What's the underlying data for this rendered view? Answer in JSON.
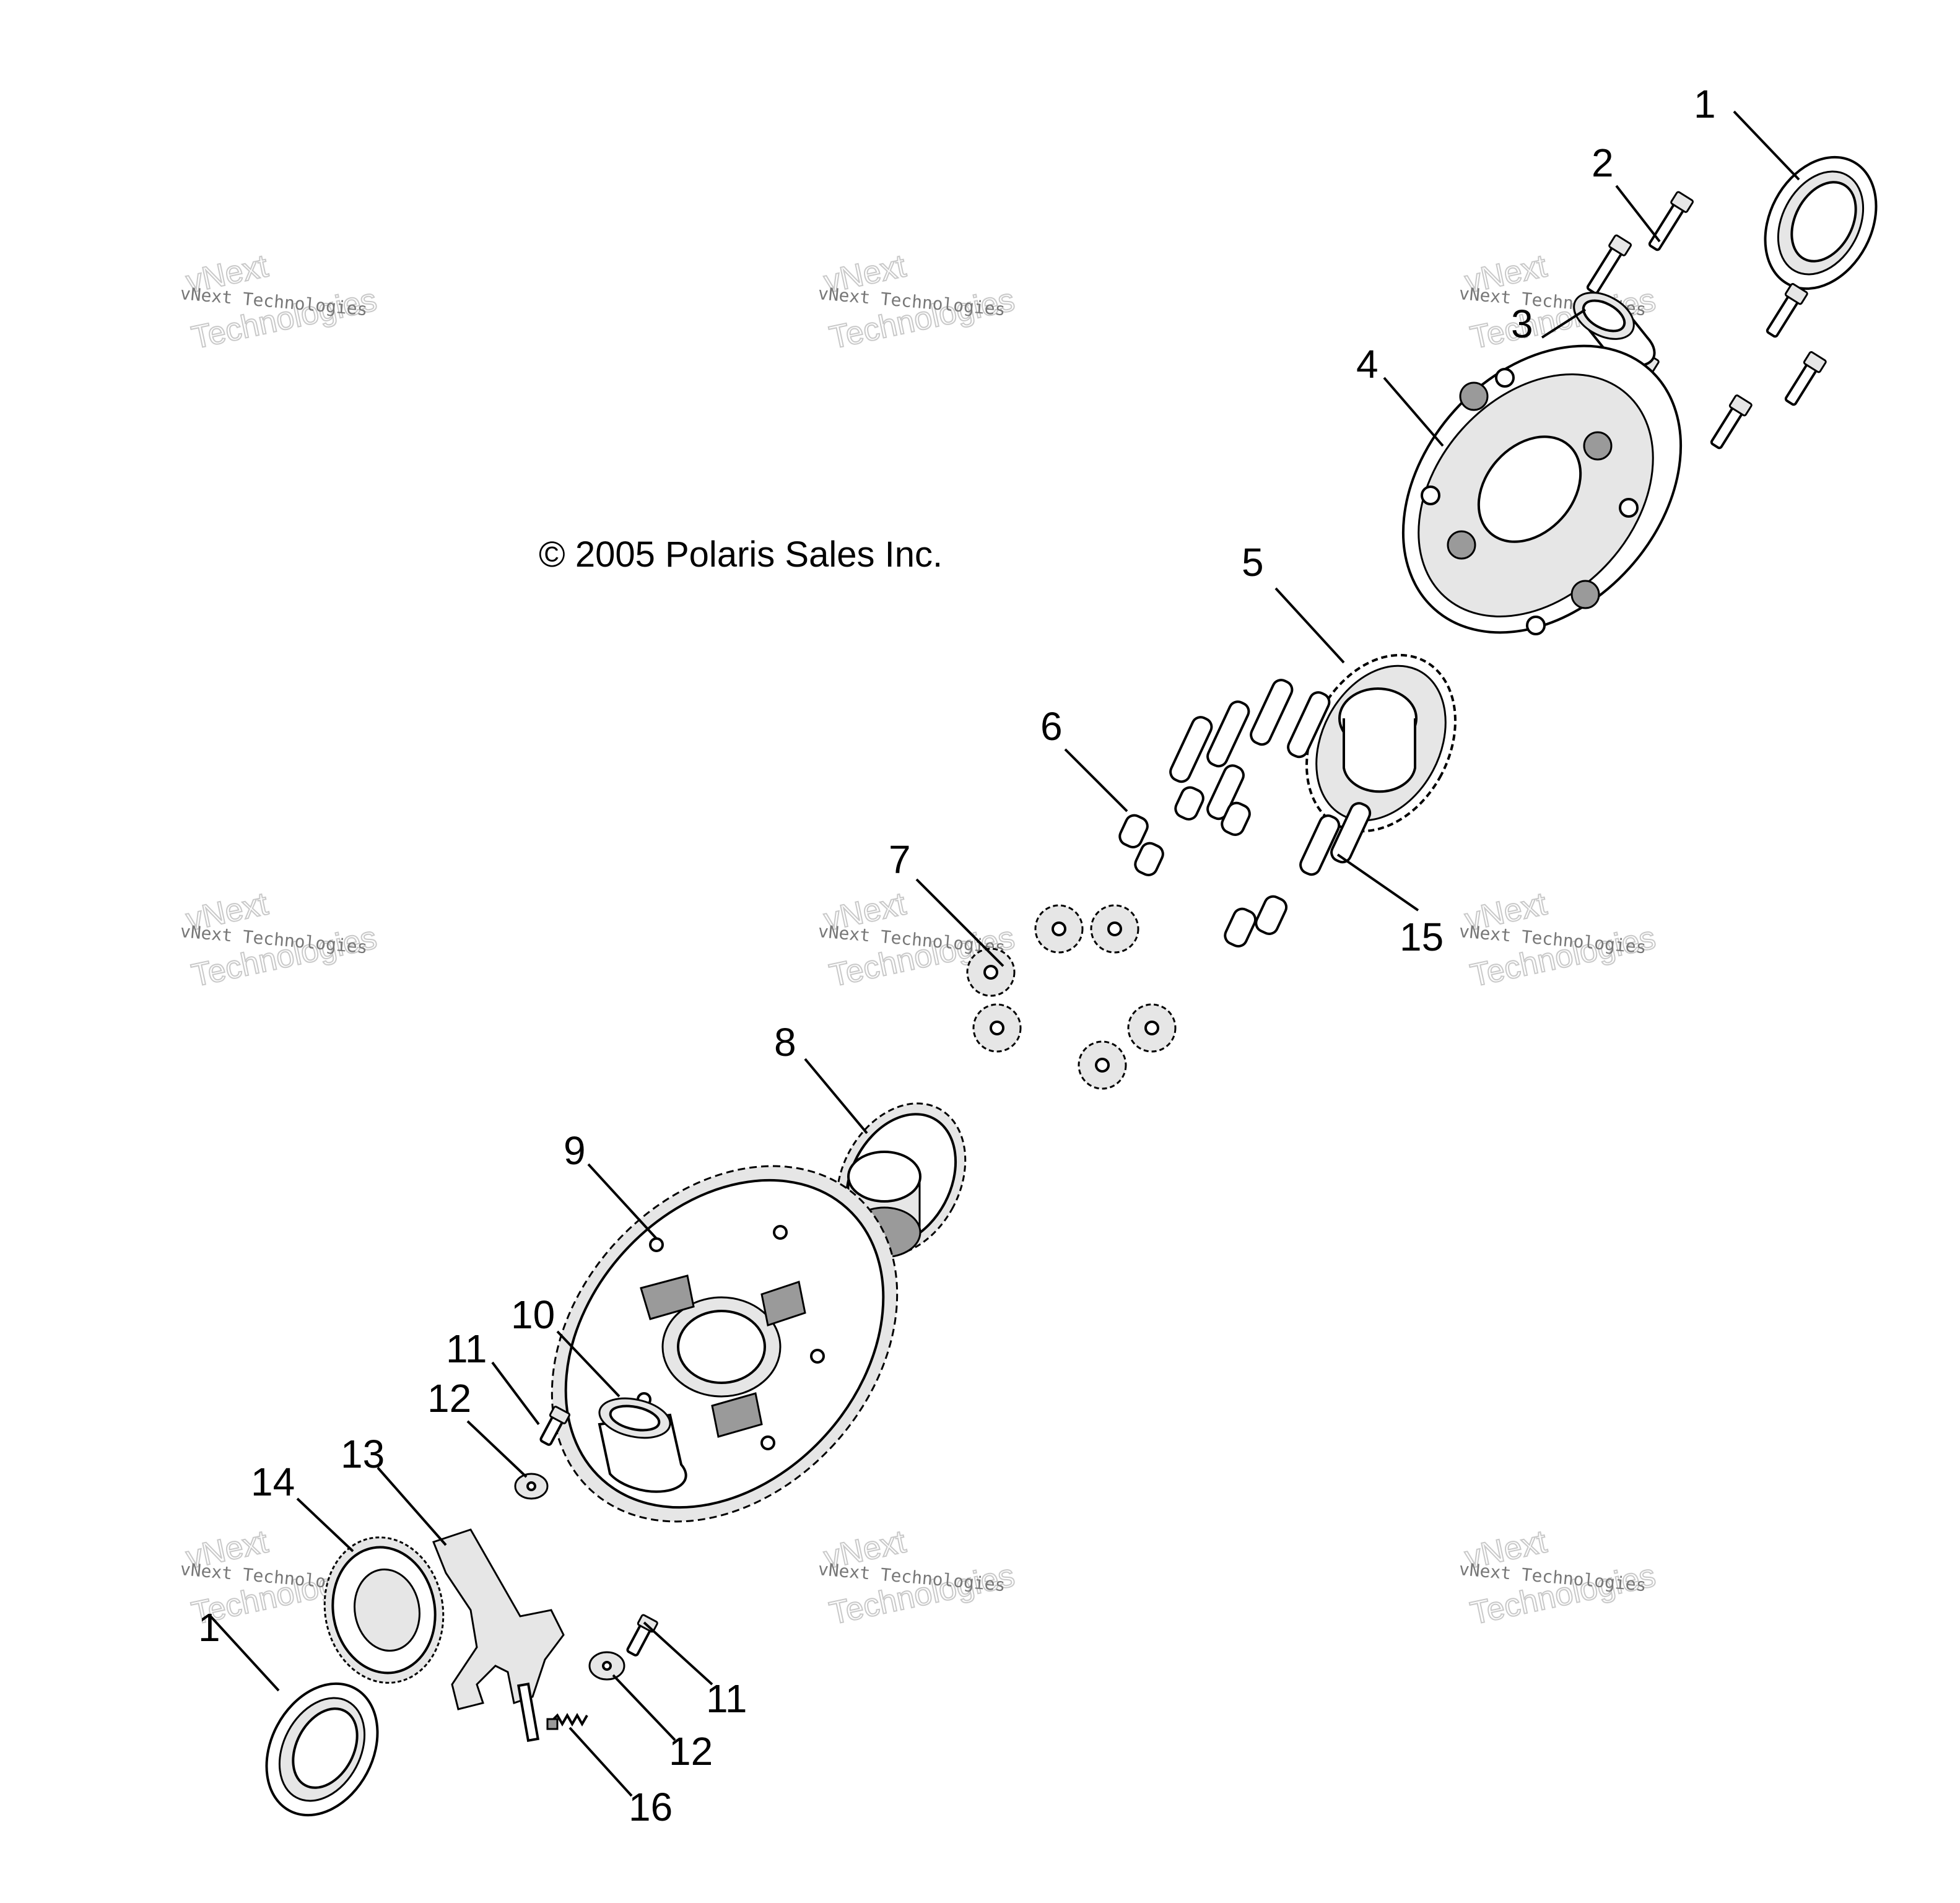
{
  "copyright": "© 2005 Polaris Sales Inc.",
  "watermark": {
    "line1": "vNext Technologies",
    "line2": "vNext",
    "line3": "Technologies"
  },
  "callouts": {
    "c1a": "1",
    "c1b": "1",
    "c2": "2",
    "c3": "3",
    "c4": "4",
    "c5": "5",
    "c6": "6",
    "c7": "7",
    "c8": "8",
    "c9": "9",
    "c10": "10",
    "c11a": "11",
    "c11b": "11",
    "c12a": "12",
    "c12b": "12",
    "c13": "13",
    "c14": "14",
    "c15": "15",
    "c16": "16"
  }
}
